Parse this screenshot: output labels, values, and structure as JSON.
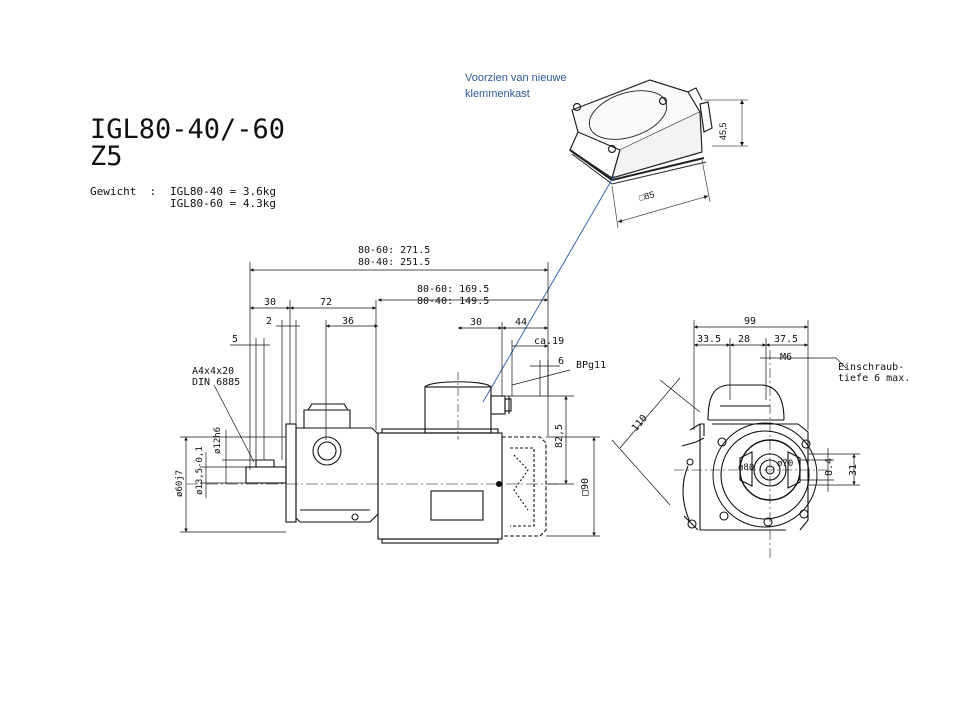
{
  "title": {
    "line1": "IGL80-40/-60",
    "line2": "Z5"
  },
  "weight": {
    "label": "Gewicht  :",
    "v40": "IGL80-40 = 3.6kg",
    "v60": "IGL80-60 = 4.3kg"
  },
  "annotation": {
    "note_line1": "Voorzien van nieuwe",
    "note_line2": "klemmenkast",
    "height": "45,5",
    "square": "□85",
    "line_color": "#3b66b0"
  },
  "side_view": {
    "total_60": "80-60: 271.5",
    "total_40": "80-40: 251.5",
    "motor_60": "80-60: 169.5",
    "motor_40": "80-40: 149.5",
    "d30a": "30",
    "d72": "72",
    "d2": "2",
    "d36": "36",
    "d5": "5",
    "d30b": "30",
    "d44": "44",
    "ca19": "ca.19",
    "d6": "6",
    "bpg": "BPg11",
    "key": "A4x4x20",
    "din": "DIN 6885",
    "d82": "82,5",
    "sq90": "□90",
    "dia60": "ø60j7",
    "dia12": "ø12h6",
    "dia135": "ø13,5-0,1"
  },
  "front_view": {
    "d99": "99",
    "d33": "33.5",
    "d28": "28",
    "d375": "37.5",
    "m6": "M6",
    "screw1": "Einschraub-",
    "screw2": "tiefe 6 max.",
    "d110": "110",
    "dia80": "ø80",
    "dia70": "ø70",
    "d84": "8.4",
    "d31": "31"
  }
}
